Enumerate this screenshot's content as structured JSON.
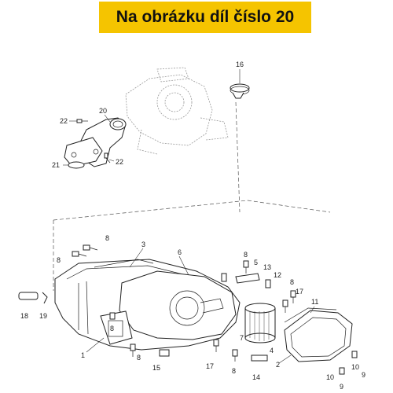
{
  "banner": {
    "text": "Na obrázku díl číslo 20"
  },
  "callouts": [
    {
      "key": "c16",
      "label": "16"
    },
    {
      "key": "c20",
      "label": "20"
    },
    {
      "key": "c22a",
      "label": "22"
    },
    {
      "key": "c22b",
      "label": "22"
    },
    {
      "key": "c21",
      "label": "21"
    },
    {
      "key": "c8a",
      "label": "8"
    },
    {
      "key": "c8b",
      "label": "8"
    },
    {
      "key": "c3",
      "label": "3"
    },
    {
      "key": "c6",
      "label": "6"
    },
    {
      "key": "c8c",
      "label": "8"
    },
    {
      "key": "c5",
      "label": "5"
    },
    {
      "key": "c13",
      "label": "13"
    },
    {
      "key": "c12",
      "label": "12"
    },
    {
      "key": "c8d",
      "label": "8"
    },
    {
      "key": "c17a",
      "label": "17"
    },
    {
      "key": "c11",
      "label": "11"
    },
    {
      "key": "c18",
      "label": "18"
    },
    {
      "key": "c19",
      "label": "19"
    },
    {
      "key": "c8e",
      "label": "8"
    },
    {
      "key": "c1",
      "label": "1"
    },
    {
      "key": "c7",
      "label": "7"
    },
    {
      "key": "c4",
      "label": "4"
    },
    {
      "key": "c8f",
      "label": "8"
    },
    {
      "key": "c15",
      "label": "15"
    },
    {
      "key": "c17b",
      "label": "17"
    },
    {
      "key": "c8g",
      "label": "8"
    },
    {
      "key": "c14",
      "label": "14"
    },
    {
      "key": "c2",
      "label": "2"
    },
    {
      "key": "c10a",
      "label": "10"
    },
    {
      "key": "c9a",
      "label": "9"
    },
    {
      "key": "c10b",
      "label": "10"
    },
    {
      "key": "c9b",
      "label": "9"
    }
  ]
}
